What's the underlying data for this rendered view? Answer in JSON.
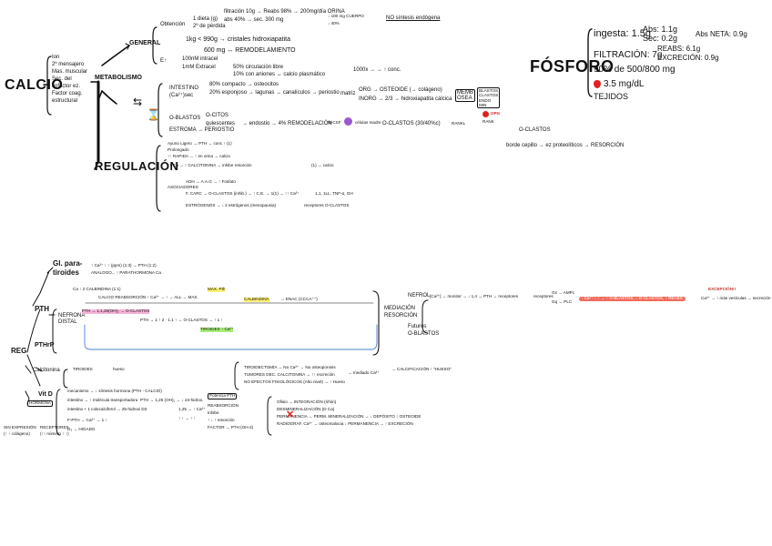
{
  "colors": {
    "ink": "#111111",
    "red_highlight": "#f26b5b",
    "pink_highlight": "#f7b4d8",
    "yellow_highlight": "#fff176",
    "green_highlight": "#a9f07a",
    "purple_dot": "#9b59d0",
    "red_dot": "#e02020"
  },
  "calcio": {
    "title": "CALCIO",
    "desc": [
      "Ion",
      "2º mensajero",
      "Mas. muscular",
      "Sec. del",
      "cofactor ez.",
      "Factor coag.",
      "estructural"
    ],
    "metabolismo": "METABOLISMO",
    "general": "GENERAL",
    "regulacion": "REGULACIÓN",
    "obtencion": "Obtención",
    "obt_line1": "1 dieta (g)",
    "obt_line2": "abs 40% → sec. 300 mg",
    "obt_a": "filtración 10g → Reabs 98% → 200mg/día ORINA",
    "obt_b": "↓ 100 mg  CUERPO",
    "obt_c": "↓ 40%",
    "obt_d": "2º de pérdida",
    "sintesis": "NO síntesis endógena",
    "kg_line": "1kg < 990g → cristales hidroxiapatita",
    "kg_line2": "600 mg ↔ REMODELAMIENTO",
    "et_line1": "100nM intracel",
    "et_line2": "1mM Extracel",
    "circ1": "50% circulación libre",
    "circ2": "10% con aniones ↔ calcio plasmático",
    "k_line": "1000x → → ↑ conc.",
    "intest": "INTESTINO",
    "intest_b": "(Ca²⁺)sec",
    "intest_1": "80% compacto → osteocitos",
    "intest_2": "20% esponjoso → lagunas → canalículos → periostio",
    "matriz": "matriz",
    "org": "ORG → OSTEOIDE (→ colágeno)",
    "inorg": "INORG → 2/3 → hidroxiapatita cálcica",
    "memb": [
      "MEMB",
      "OSEA"
    ],
    "osteo_list": [
      "BLASTOS",
      "CLASTOS",
      "ENDO",
      "MIN"
    ],
    "oblastos": "O-BLASTOS",
    "ocitos": "O-CITOS",
    "quiesc": "quiescentes",
    "endost": "→ endostio → 4% REMODELACIÓN",
    "mcsf": "M-CSF",
    "cstemp": "células madre",
    "oclastos_1": "O-CLASTOS (30/40%c)",
    "rankl": "RANKL",
    "rank": "RANK",
    "opg": "OPG",
    "oclastos_2": "O-CLASTOS",
    "borde": "borde cepillo → ez proteolíticos → RESORCIÓN",
    "estroma": "ESTROMA → PERIOSTIO",
    "reg_1": "Ayuno Ligero → PTH → conc ↑ (1)",
    "reg_2": "Prolongado",
    "reg_3": "↑↑ RAPIDA → ↑ en orina → calcio",
    "reg_4": "↑↑ Ca → ↑ CALCITONINA → inhibe resorción",
    "reg_5": "(1) → calcio",
    "reg_6": "ADH → A.A.G → ↑ Fosfato",
    "reg_7": "F. CARC → O-CLASTOS (inhib.) → ↑ C.E. → 1(1) → ↑↑ Ca²⁺",
    "reg_8": "ESTRÓGENOS → ↓ 2 estrógenos (menopausia)",
    "reg_9": "receptores O-CLASTOS",
    "reg_10": "1,1, 1LL, TNF-α, GH",
    "asoc": "ASOCIADORES"
  },
  "fosforo": {
    "title": "FÓSFORO",
    "ingesta": "ingesta: 1.5g",
    "abs": "Abs: 1.1g",
    "sec": "Sec: 0.2g",
    "absneta": "Abs NETA: 0.9g",
    "filtr": "FILTRACIÓN: 7g",
    "reabs": "REABS: 6.1g",
    "excr": "EXCRECIÓN: 0.9g",
    "pct": "90% de 500/800 mg",
    "conc": "3.5 mg/dL",
    "tejidos": "TEJIDOS"
  },
  "reg2": {
    "root": "REG",
    "gl": "Gl. para-",
    "gl2": "tiroides",
    "pth": "PTH",
    "pthrp": "PTHrP",
    "nefrona": "NEFRONA",
    "distal": "DISTAL",
    "mediacion": [
      "MEDIACIÓN",
      "RESORCIÓN"
    ],
    "hueso": "HUESO",
    "hueso2": "hueso",
    "calcitonina": "Calcitonina",
    "tiroides": "TIROIDES",
    "vitd": "Vit D",
    "hormona": "HORMONA",
    "receptores": "RECEPTORES (~1, ~2)",
    "nefrol": "NEFROL",
    "nefrol_line": "[Ca²⁺] → monitor → ↓ 1,4 → PTH → receptores",
    "receptores2": "receptores",
    "gs": "Gs → AMPc",
    "gq": "Gq → PLC",
    "red_bar": "↑ Ca²⁺ ↑ ↑ → ↑ O-BLASTOS, ↓ O-CLASTOS, ↑ REABS.",
    "excepcion": "EXCEPCIÓN!!",
    "exc_line": "Ca²⁺ → ↑ más vesículas → secreción",
    "futuros": "Futuros",
    "quiescentes": "O-BLASTOS",
    "line_a": "↑ Ca²⁺ ↑ ↑ (ppm)  (1:3)   → PTH (1:2)",
    "line_b": "ANALOGO...  ↑ PARATHORMONA Ca",
    "line_c": "Ca ↑ 2 CALBINDINA (1:1)",
    "line_d": "MAX. Pth",
    "line_e": "CALCIO REABSORCIÓN ↑ Ca²⁺ → ↑ → ALL → MAX.",
    "line_f": "CALBINDINA",
    "line_g": "→ ENAC (CCCA⁺⁺)",
    "line_h": "PTH → 1,1,25(OH)₂ → O-CLASTOS",
    "line_i": "TIROIDES ↑ Ca²⁺",
    "line_j": "PTH → 1 ↑ 2 · 1.1 ↑ → O-CLASTOS → ↑ 1 ↑",
    "tiroidectomia": "TIROIDECTOMÍA → No Ca²⁺ → No osteoporosis",
    "tumores": "TUMORES DEC. CALCITONINA → ↑↑ excreción",
    "no_efect": "NO EFECTOS FISIOLÓGICOS (Alto nivel) → ↑ Hueso",
    "mediado": "→ mediado Ca²⁺",
    "calcif": "→ CALCIFICACIÓN ↑ \"HUESO\"",
    "vitd_1": "mecanismo → ↓ síntesis hormona (PTH - CALCIO)",
    "vitd_2": "intestino → ↑ molécula transportadora",
    "vitd_3": "intestino + 1 colecalciferol → 25-hidroxi D3",
    "vitd_4": "PTH → 1,25 (OH)₂ → ↓ 24-hidrox.",
    "vitd_5": "F-PTH → Ca²⁺ → 1 ↑",
    "vitd_6": "D₃ → HIGADO",
    "vitd_7": "Potencia PTH",
    "vitd_8": "REABSORCIÓN",
    "vitd_9": "Inhibe",
    "vitd_10": "↑ ↓ ↑ resorción",
    "vitd_11": "FACTOR → PTH (OH-2)",
    "vitd_12": "1,25 → ↑ Ca²⁺",
    "vitd_13": "↑ ↑ → ↑ ↑",
    "ofisio": "Ofisio → INTEGRACIÓN (riñón)",
    "ofisio2": "DESMINERALIZACIÓN (D Ca)",
    "ofisio3": "PERMANENCIA → PERM. MINERALIZACIÓN → ↓ DEPÓSITO ↑ OSTEOIDE",
    "ofisio4": "RADIOGRAF. Ca²⁺ → osteomalacia ↓ PERMANENCIA → ↑ EXCRECIÓN",
    "sin_exp": "SIN EXPRESIÓN",
    "sin_exp2": "(↑ ↑ colágeno)",
    "receptores_b": "RECEPTORES",
    "receptores_c": "(↑↑ número ↑ ↑)"
  }
}
